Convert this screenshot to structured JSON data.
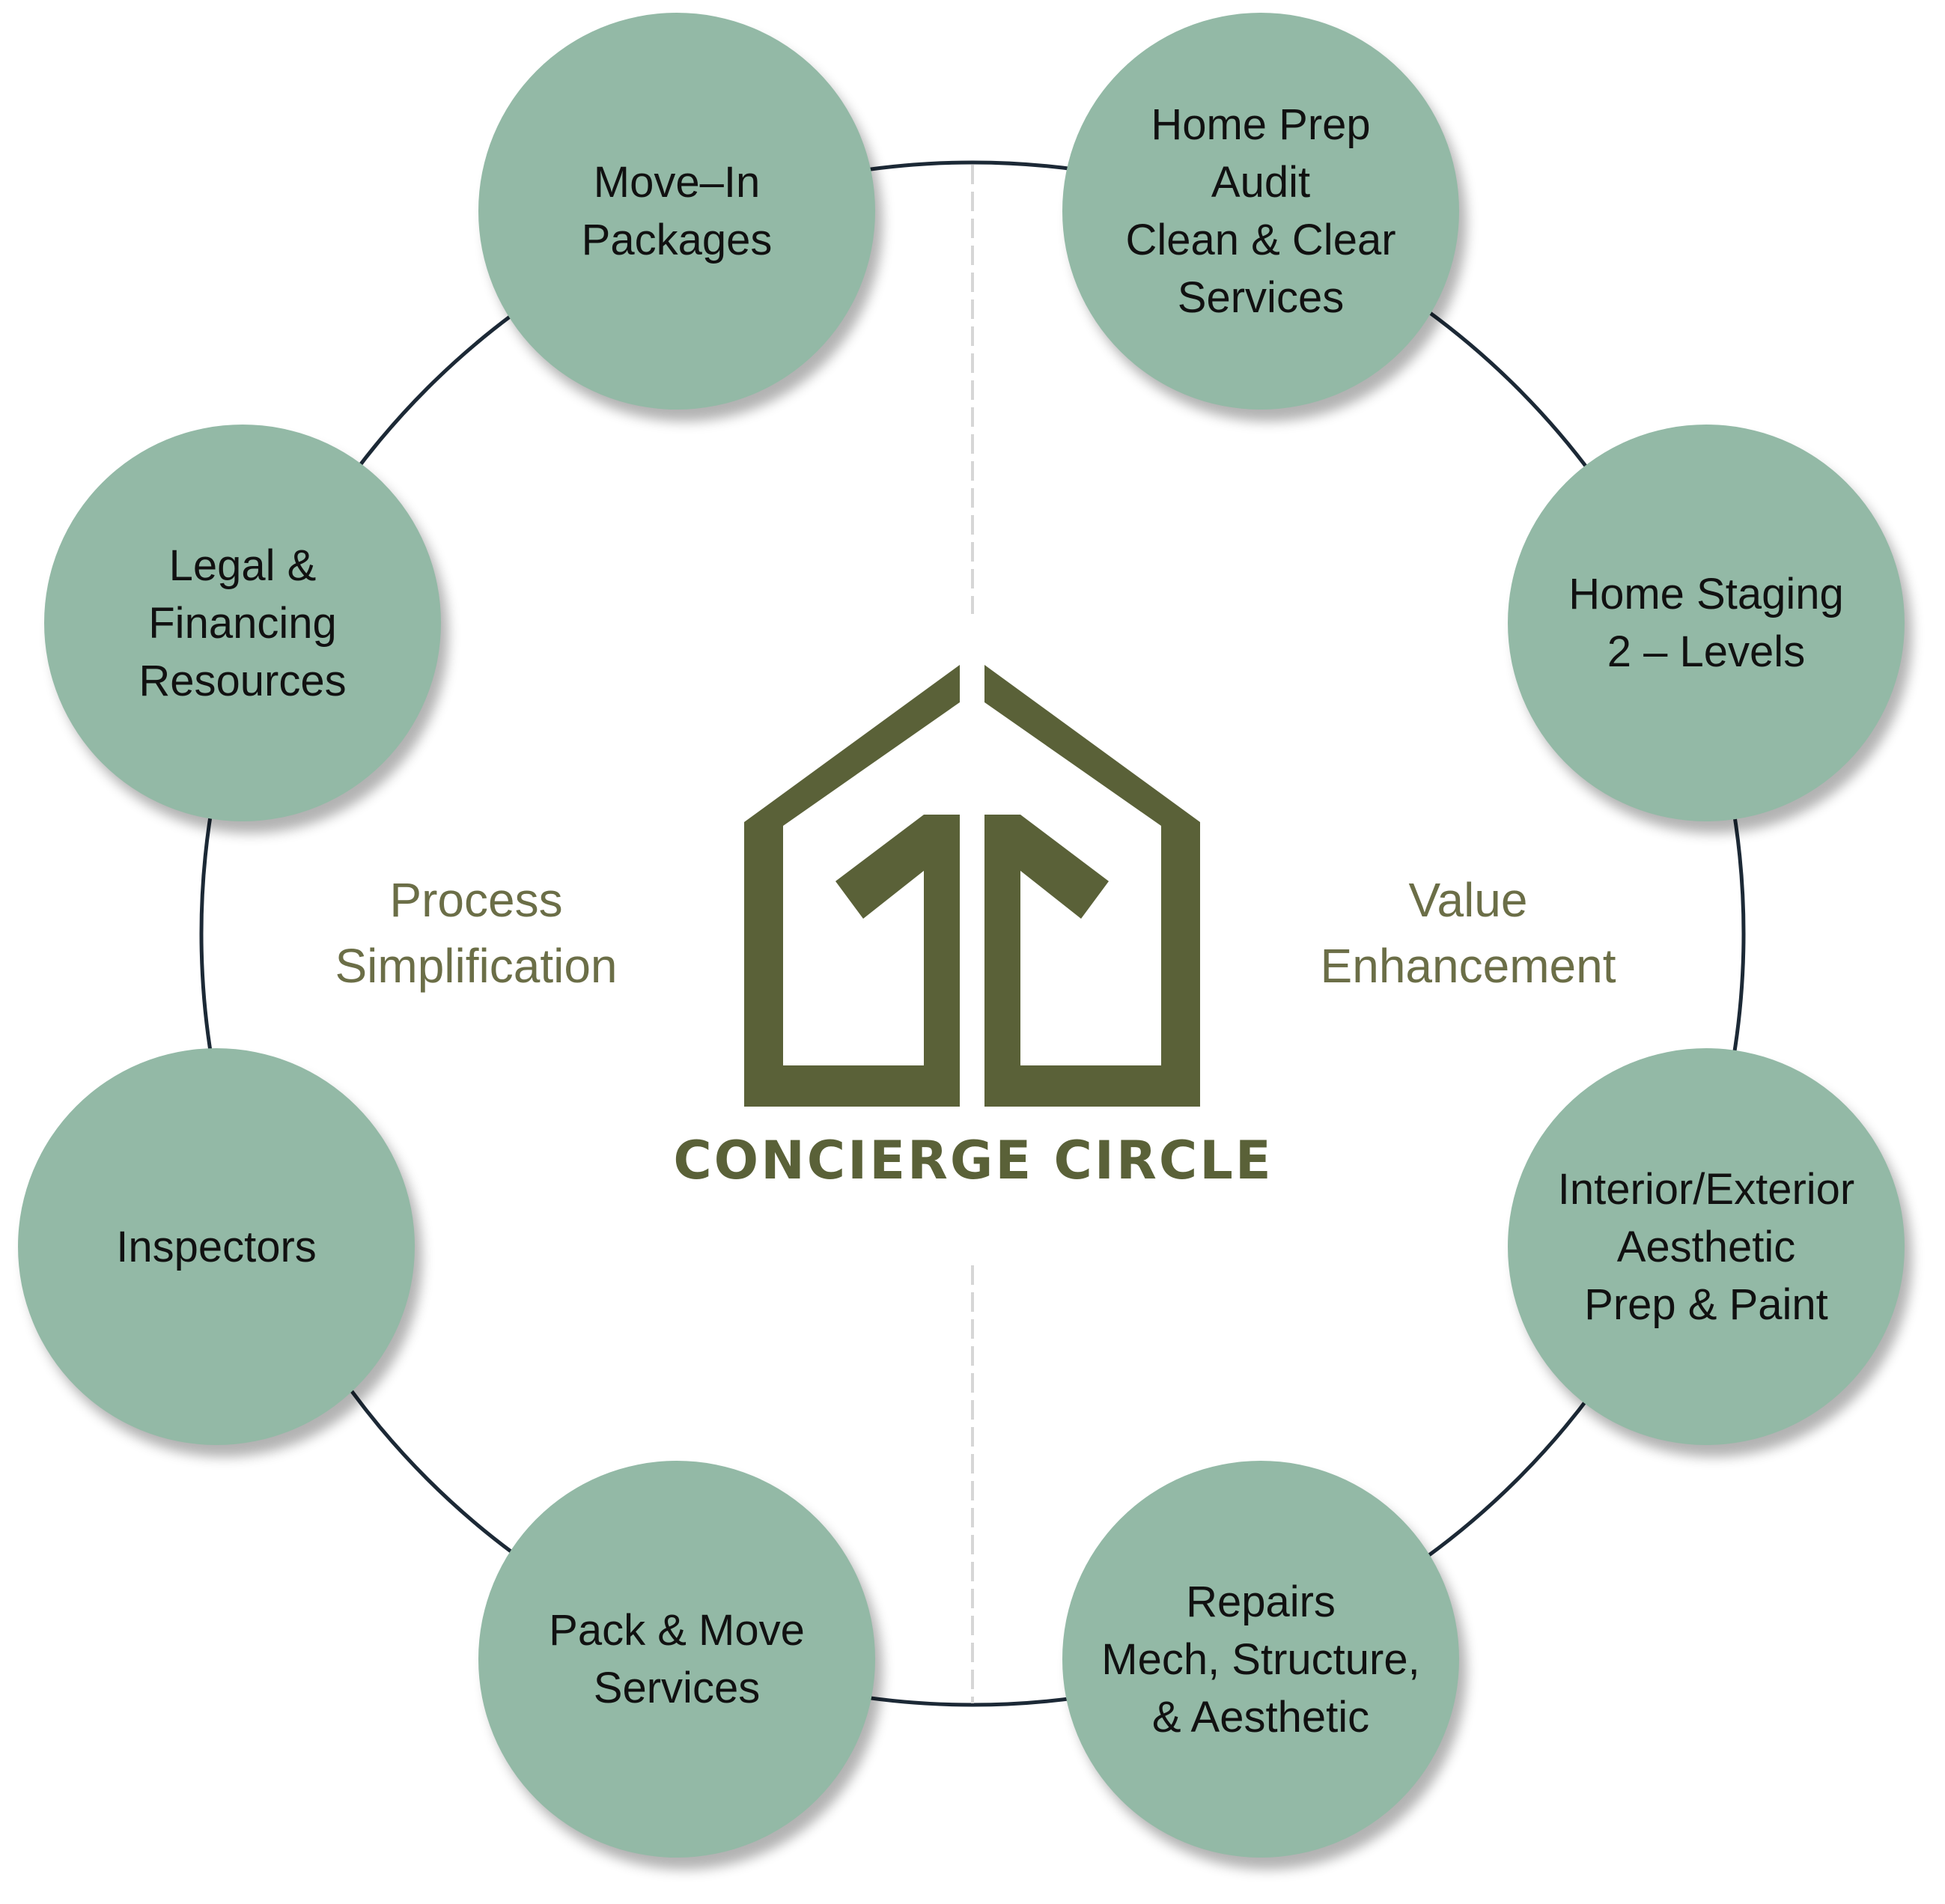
{
  "colors": {
    "background": "#ffffff",
    "node_fill": "#93b9a6",
    "ring_stroke": "#1c2936",
    "divider": "#d6d6d6",
    "brand_olive": "#5a6138",
    "side_label_text": "#6b6e47",
    "node_text": "#111111"
  },
  "brand": {
    "name": "CONCIERGE CIRCLE",
    "logo_icon": "house-arrows-logo"
  },
  "sides": {
    "left": {
      "lines": [
        "Process",
        "Simplification"
      ]
    },
    "right": {
      "lines": [
        "Value",
        "Enhancement"
      ]
    }
  },
  "nodes": [
    {
      "id": "move-in-packages",
      "lines": [
        "Move–In",
        "Packages"
      ]
    },
    {
      "id": "home-prep-audit",
      "lines": [
        "Home Prep",
        "Audit",
        "Clean & Clear",
        "Services"
      ]
    },
    {
      "id": "legal-financing",
      "lines": [
        "Legal &",
        "Financing",
        "Resources"
      ]
    },
    {
      "id": "home-staging",
      "lines": [
        "Home Staging",
        "2 – Levels"
      ]
    },
    {
      "id": "inspectors",
      "lines": [
        "Inspectors"
      ]
    },
    {
      "id": "interior-exterior",
      "lines": [
        "Interior/Exterior",
        "Aesthetic",
        "Prep & Paint"
      ]
    },
    {
      "id": "pack-move",
      "lines": [
        "Pack & Move",
        "Services"
      ]
    },
    {
      "id": "repairs",
      "lines": [
        "Repairs",
        "Mech, Structure,",
        "& Aesthetic"
      ]
    }
  ]
}
